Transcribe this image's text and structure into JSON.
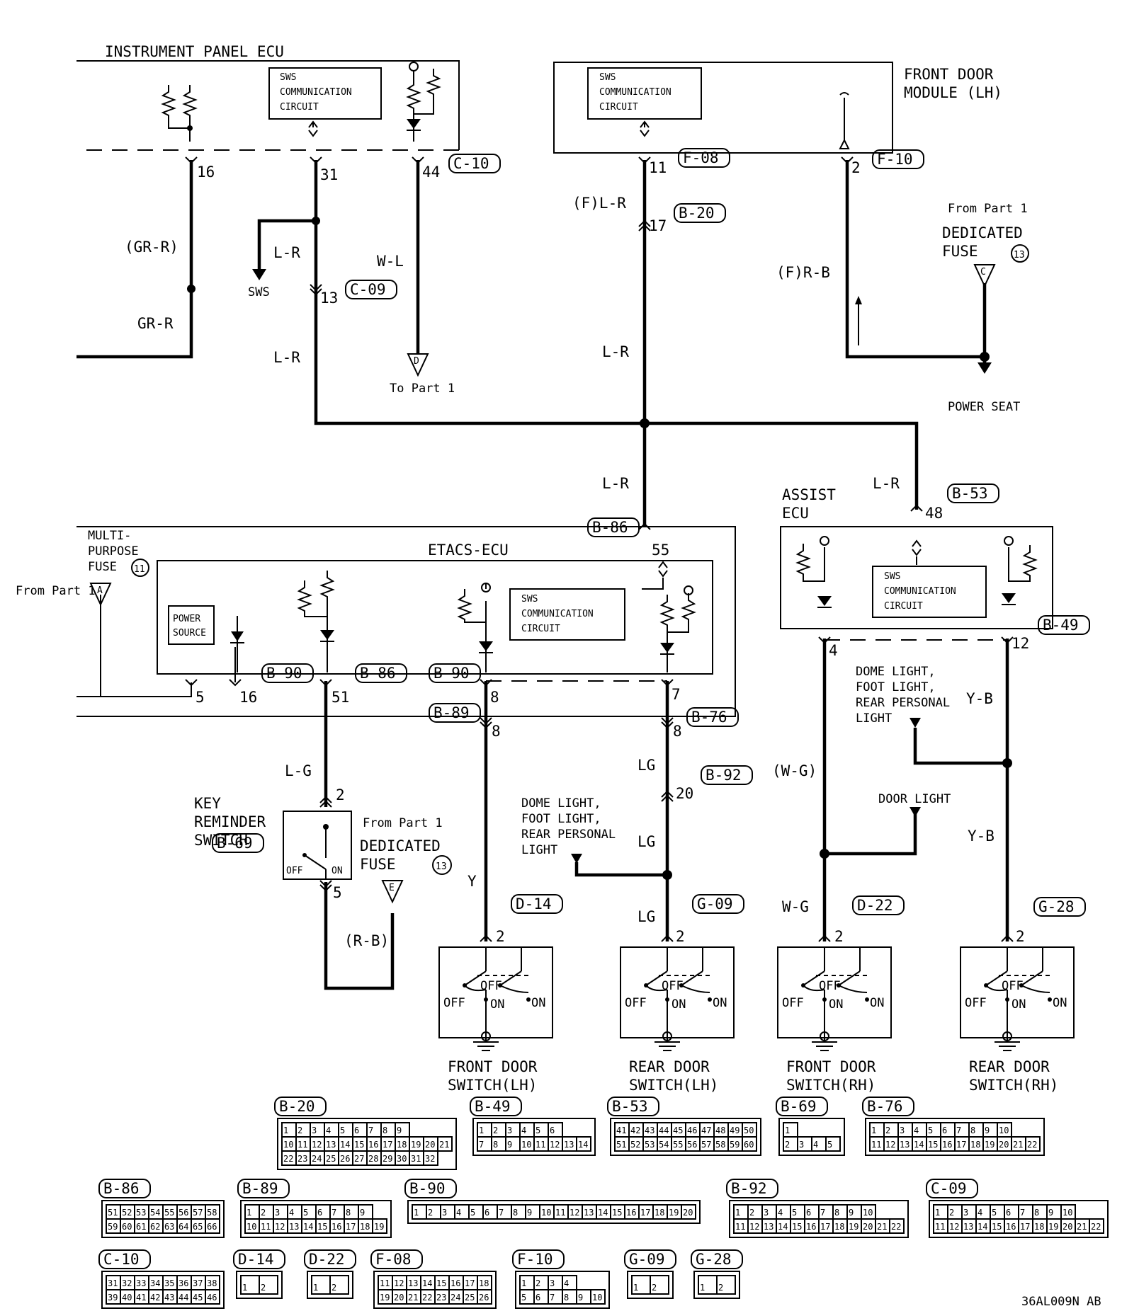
{
  "modules": {
    "instrument_panel_ecu": "INSTRUMENT PANEL ECU",
    "front_door_module_line1": "FRONT DOOR",
    "front_door_module_line2": "MODULE (LH)",
    "etacs_ecu": "ETACS-ECU",
    "assist_ecu_line1": "ASSIST",
    "assist_ecu_line2": "ECU",
    "sws_comm_line1": "SWS",
    "sws_comm_line2": "COMMUNICATION",
    "sws_comm_line3": "CIRCUIT",
    "power_source_line1": "POWER",
    "power_source_line2": "SOURCE",
    "multi_purpose_fuse_line1": "MULTI-",
    "multi_purpose_fuse_line2": "PURPOSE",
    "multi_purpose_fuse_line3": "FUSE",
    "multi_purpose_fuse_num": "11"
  },
  "wires": {
    "gr_r_paren": "(GR-R)",
    "gr_r": "GR-R",
    "l_r": "L-R",
    "w_l": "W-L",
    "f_l_r": "(F)L-R",
    "f_r_b": "(F)R-B",
    "l_g": "L-G",
    "r_b_paren": "(R-B)",
    "y": "Y",
    "lg": "LG",
    "w_g_paren": "(W-G)",
    "w_g": "W-G",
    "y_b": "Y-B"
  },
  "pins": {
    "p16": "16",
    "p31": "31",
    "p44": "44",
    "p13": "13",
    "p11": "11",
    "p17": "17",
    "p2": "2",
    "p55": "55",
    "p48": "48",
    "p5": "5",
    "p51": "51",
    "p8": "8",
    "p7": "7",
    "p4": "4",
    "p12": "12",
    "p20": "20"
  },
  "connectors": {
    "c10": "C-10",
    "c09": "C-09",
    "f08": "F-08",
    "b20": "B-20",
    "f10": "F-10",
    "b86": "B-86",
    "b53": "B-53",
    "b90": "B-90",
    "b49": "B-49",
    "b89": "B-89",
    "b76": "B-76",
    "b92": "B-92",
    "b69": "B-69",
    "d14": "D-14",
    "g09": "G-09",
    "d22": "D-22",
    "g28": "G-28"
  },
  "refs": {
    "sws": "SWS",
    "to_part1": "To Part 1",
    "from_part1": "From Part 1",
    "dedicated": "DEDICATED",
    "fuse": "FUSE",
    "fuse13": "13",
    "power_seat": "POWER SEAT",
    "key_reminder_line1": "KEY",
    "key_reminder_line2": "REMINDER",
    "key_reminder_line3": "SWITCH",
    "dome_light_line1": "DOME LIGHT,",
    "dome_light_line2": "FOOT LIGHT,",
    "dome_light_line3": "REAR PERSONAL",
    "dome_light_line4": "LIGHT",
    "door_light": "DOOR LIGHT",
    "mark_c": "C",
    "mark_d": "D",
    "mark_a": "A",
    "mark_e": "E"
  },
  "switch_states": {
    "off": "OFF",
    "on": "ON"
  },
  "door_switches": [
    {
      "line1": "FRONT DOOR",
      "line2": "SWITCH(LH)"
    },
    {
      "line1": "REAR DOOR",
      "line2": "SWITCH(LH)"
    },
    {
      "line1": "FRONT DOOR",
      "line2": "SWITCH(RH)"
    },
    {
      "line1": "REAR DOOR",
      "line2": "SWITCH(RH)"
    }
  ],
  "connector_faces": [
    {
      "label": "B-20",
      "rows": [
        [
          "1",
          "2",
          "3",
          "4",
          "5",
          "6",
          "7",
          "8",
          "9"
        ],
        [
          "10",
          "11",
          "12",
          "13",
          "14",
          "15",
          "16",
          "17",
          "18",
          "19",
          "20",
          "21"
        ],
        [
          "22",
          "23",
          "24",
          "25",
          "26",
          "27",
          "28",
          "29",
          "30",
          "31",
          "32"
        ]
      ]
    },
    {
      "label": "B-49",
      "rows": [
        [
          "1",
          "2",
          "3",
          "4",
          "5",
          "6"
        ],
        [
          "7",
          "8",
          "9",
          "10",
          "11",
          "12",
          "13",
          "14"
        ]
      ]
    },
    {
      "label": "B-53",
      "rows": [
        [
          "41",
          "42",
          "43",
          "44",
          "45",
          "46",
          "47",
          "48",
          "49",
          "50"
        ],
        [
          "51",
          "52",
          "53",
          "54",
          "55",
          "56",
          "57",
          "58",
          "59",
          "60"
        ]
      ]
    },
    {
      "label": "B-69",
      "rows": [
        [
          "1"
        ],
        [
          "2",
          "3",
          "4",
          "5"
        ]
      ]
    },
    {
      "label": "B-76",
      "rows": [
        [
          "1",
          "2",
          "3",
          "4",
          "5",
          "6",
          "7",
          "8",
          "9",
          "10"
        ],
        [
          "11",
          "12",
          "13",
          "14",
          "15",
          "16",
          "17",
          "18",
          "19",
          "20",
          "21",
          "22"
        ]
      ]
    },
    {
      "label": "B-86",
      "rows": [
        [
          "51",
          "52",
          "53",
          "54",
          "55",
          "56",
          "57",
          "58"
        ],
        [
          "59",
          "60",
          "61",
          "62",
          "63",
          "64",
          "65",
          "66"
        ]
      ]
    },
    {
      "label": "B-89",
      "rows": [
        [
          "1",
          "2",
          "3",
          "4",
          "5",
          "6",
          "7",
          "8",
          "9"
        ],
        [
          "10",
          "11",
          "12",
          "13",
          "14",
          "15",
          "16",
          "17",
          "18",
          "19"
        ]
      ]
    },
    {
      "label": "B-90",
      "rows": [
        [
          "1",
          "2",
          "3",
          "4",
          "5",
          "6",
          "7",
          "8",
          "9",
          "10",
          "11",
          "12",
          "13",
          "14",
          "15",
          "16",
          "17",
          "18",
          "19",
          "20"
        ]
      ]
    },
    {
      "label": "B-92",
      "rows": [
        [
          "1",
          "2",
          "3",
          "4",
          "5",
          "6",
          "7",
          "8",
          "9",
          "10"
        ],
        [
          "11",
          "12",
          "13",
          "14",
          "15",
          "16",
          "17",
          "18",
          "19",
          "20",
          "21",
          "22"
        ]
      ]
    },
    {
      "label": "C-09",
      "rows": [
        [
          "1",
          "2",
          "3",
          "4",
          "5",
          "6",
          "7",
          "8",
          "9",
          "10"
        ],
        [
          "11",
          "12",
          "13",
          "14",
          "15",
          "16",
          "17",
          "18",
          "19",
          "20",
          "21",
          "22"
        ]
      ]
    },
    {
      "label": "C-10",
      "rows": [
        [
          "31",
          "32",
          "33",
          "34",
          "35",
          "36",
          "37",
          "38"
        ],
        [
          "39",
          "40",
          "41",
          "42",
          "43",
          "44",
          "45",
          "46"
        ]
      ]
    },
    {
      "label": "D-14",
      "rows": [
        [
          "1",
          "2"
        ]
      ]
    },
    {
      "label": "D-22",
      "rows": [
        [
          "1",
          "2"
        ]
      ]
    },
    {
      "label": "F-08",
      "rows": [
        [
          "11",
          "12",
          "13",
          "14",
          "15",
          "16",
          "17",
          "18"
        ],
        [
          "19",
          "20",
          "21",
          "22",
          "23",
          "24",
          "25",
          "26"
        ]
      ]
    },
    {
      "label": "F-10",
      "rows": [
        [
          "1",
          "2",
          "3",
          "4"
        ],
        [
          "5",
          "6",
          "7",
          "8",
          "9",
          "10"
        ]
      ]
    },
    {
      "label": "G-09",
      "rows": [
        [
          "1",
          "2"
        ]
      ]
    },
    {
      "label": "G-28",
      "rows": [
        [
          "1",
          "2"
        ]
      ]
    }
  ],
  "diagram_code": "36AL009N AB"
}
